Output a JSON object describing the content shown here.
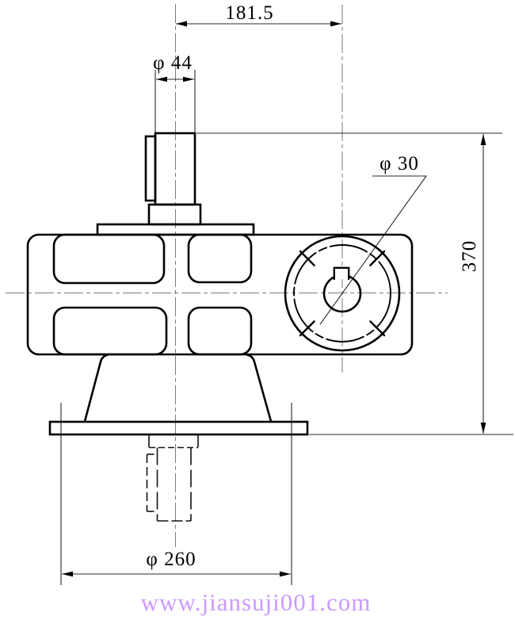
{
  "drawing": {
    "type": "mechanical-engineering-drawing",
    "subject": "worm-gear-reducer-front-view",
    "dimensions": {
      "center_distance": {
        "label": "181.5"
      },
      "input_shaft_diameter": {
        "label": "φ 44"
      },
      "bore_diameter": {
        "label": "φ 30"
      },
      "overall_height": {
        "label": "370"
      },
      "flange_diameter": {
        "label": "φ 260"
      }
    },
    "watermark": {
      "text": "www.jiansuji001.com",
      "color": "#cc99ff"
    },
    "colors": {
      "outline": "#000000",
      "dimension_line": "#2b2b2b",
      "centerline": "#7a7a7a",
      "background": "#ffffff"
    }
  }
}
